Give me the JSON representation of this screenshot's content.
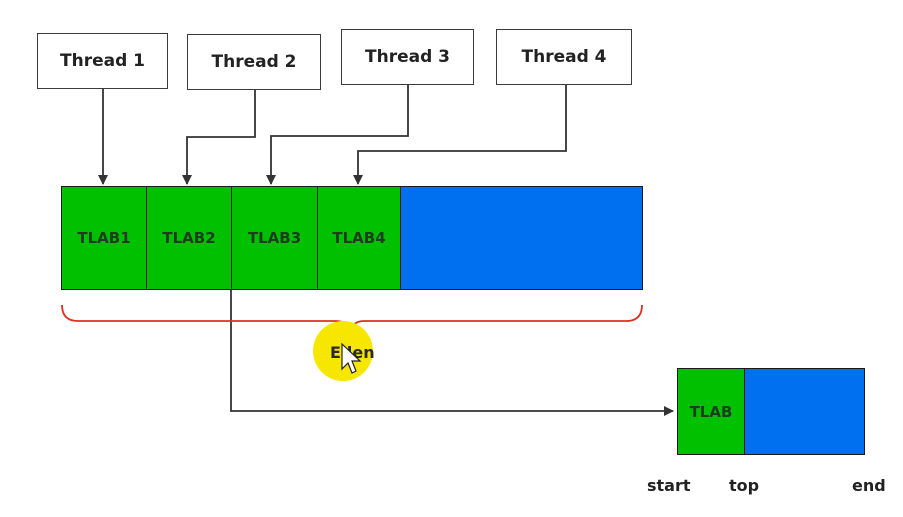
{
  "threads": [
    {
      "label": "Thread 1"
    },
    {
      "label": "Thread 2"
    },
    {
      "label": "Thread 3"
    },
    {
      "label": "Thread 4"
    }
  ],
  "tlabs": [
    {
      "label": "TLAB1"
    },
    {
      "label": "TLAB2"
    },
    {
      "label": "TLAB3"
    },
    {
      "label": "TLAB4"
    }
  ],
  "eden": {
    "label": "Eden"
  },
  "detail": {
    "tlab_label": "TLAB",
    "start_label": "start",
    "top_label": "top",
    "end_label": "end"
  },
  "colors": {
    "tlab": "#00c000",
    "free": "#0070f0",
    "brace": "#e03020",
    "highlight": "#f7e600"
  }
}
